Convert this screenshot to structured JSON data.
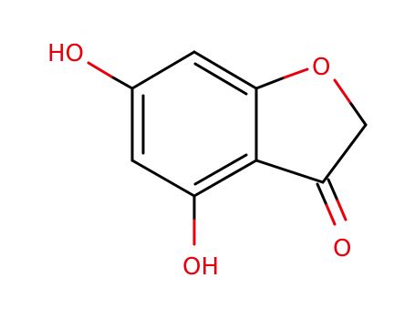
{
  "molecule": {
    "atoms": {
      "hydroxyl_top": "HO",
      "ring_oxygen": "O",
      "hydroxyl_bottom": "OH",
      "carbonyl_oxygen": "O"
    }
  },
  "colors": {
    "bond": "#000000",
    "heteroatom": "#e8000b",
    "background": "#ffffff"
  }
}
